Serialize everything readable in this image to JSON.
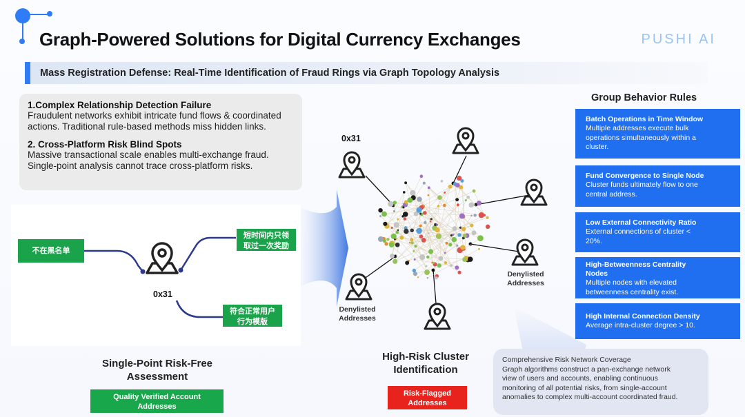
{
  "header": {
    "title": "Graph-Powered Solutions for Digital Currency Exchanges",
    "brand": "PUSHI AI",
    "subtitle": "Mass Registration Defense: Real-Time Identification of Fraud Rings via Graph Topology Analysis"
  },
  "problems": [
    {
      "heading": "1.Complex Relationship Detection Failure",
      "line1": "Fraudulent networks exhibit intricate fund flows & coordinated",
      "line2": "actions. Traditional rule-based methods miss hidden links."
    },
    {
      "heading": "2. Cross-Platform Risk Blind Spots",
      "line1": "Massive transactional scale enables multi-exchange fraud.",
      "line2": "Single-point analysis cannot trace cross-platform risks."
    }
  ],
  "single_point": {
    "tag_not_blacklisted": "不在黑名单",
    "tag_reward_line1": "短时间内只领",
    "tag_reward_line2": "取过一次奖励",
    "tag_normal_line1": "符合正常用户",
    "tag_normal_line2": "行为模版",
    "address": "0x31",
    "caption_line1": "Single-Point Risk-Free",
    "caption_line2": "Assessment",
    "badge_line1": "Quality Verified Account",
    "badge_line2": "Addresses"
  },
  "cluster": {
    "address": "0x31",
    "denylisted_left_1": "Denylisted",
    "denylisted_left_2": "Addresses",
    "denylisted_right_1": "Denylisted",
    "denylisted_right_2": "Addresses",
    "caption_line1": "High-Risk Cluster",
    "caption_line2": "Identification",
    "badge_line1": "Risk-Flagged",
    "badge_line2": "Addresses"
  },
  "rules": {
    "title": "Group Behavior Rules",
    "items": [
      {
        "heading": "Batch Operations in Time Window",
        "body": [
          "Multiple addresses execute bulk",
          "operations simultaneously within a",
          "cluster."
        ]
      },
      {
        "heading": "Fund Convergence to Single Node",
        "body": [
          "Cluster funds ultimately flow to one",
          "central address."
        ]
      },
      {
        "heading": "Low External Connectivity Ratio",
        "body": [
          "External connections of cluster <",
          "20%."
        ]
      },
      {
        "heading": "High-Betweenness Centrality Nodes",
        "heading2": "Nodes",
        "body": [
          "Multiple nodes with elevated",
          "betweenness centrality exist."
        ]
      },
      {
        "heading": "High Internal Connection Density",
        "body": [
          "Average intra-cluster degree > 10."
        ]
      }
    ]
  },
  "coverage": {
    "heading": "Comprehensive Risk Network Coverage",
    "lines": [
      "Graph algorithms construct a pan-exchange network",
      "view of users and accounts, enabling continuous",
      "monitoring of all potential risks, from single-account",
      "anomalies to complex multi-account coordinated fraud."
    ]
  },
  "colors": {
    "accent": "#2f7cf6",
    "rule_bg": "#1f6ff0",
    "green": "#19a74b",
    "red": "#e8231e"
  }
}
